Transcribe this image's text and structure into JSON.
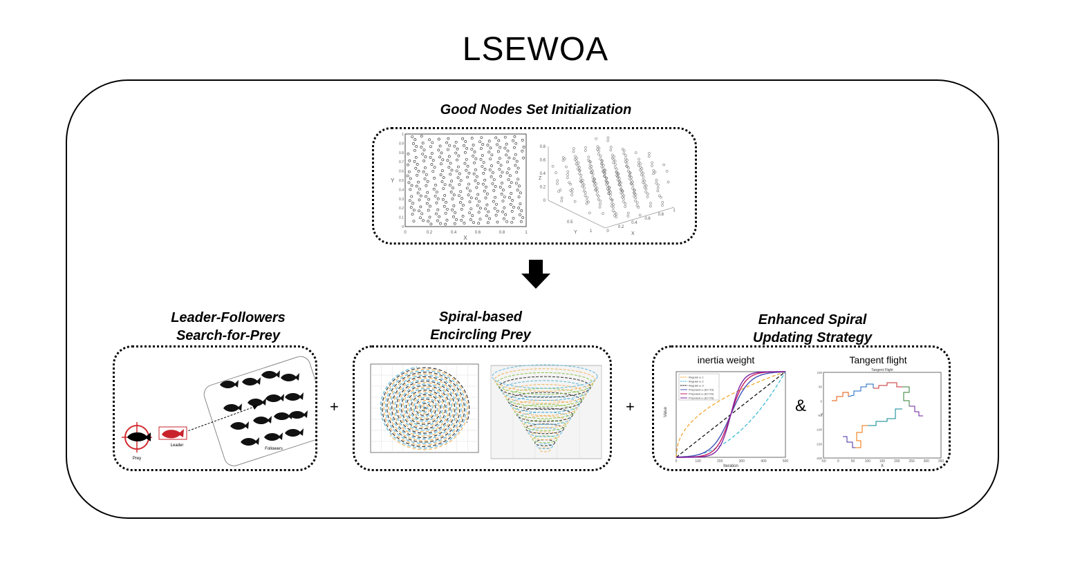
{
  "title": "LSEWOA",
  "top_section": {
    "heading": "Good Nodes Set Initialization",
    "plot2d": {
      "x_label": "X",
      "y_label": "Y",
      "x_ticks": [
        "0",
        "0.2",
        "0.4",
        "0.6",
        "0.8",
        "1"
      ],
      "y_ticks": [
        "0",
        "0.1",
        "0.2",
        "0.3",
        "0.4",
        "0.5",
        "0.6",
        "0.7",
        "0.8",
        "0.9",
        "1"
      ]
    },
    "plot3d": {
      "x_label": "X",
      "y_label": "Y",
      "z_label": "Z",
      "z_ticks": [
        "0",
        "0.2",
        "0.4",
        "0.6",
        "0.8"
      ],
      "x_ticks": [
        "0",
        "0.2",
        "0.4",
        "0.6",
        "0.8",
        "1"
      ],
      "y_ticks": [
        "0.5",
        "1"
      ]
    }
  },
  "arrow_icon": "down-arrow-icon",
  "strategies": {
    "leader": {
      "heading_line1": "Leader-Followers",
      "heading_line2": "Search-for-Prey",
      "labels": {
        "prey": "Prey",
        "leader": "Leader",
        "followers": "Followers"
      }
    },
    "spiral": {
      "heading_line1": "Spiral-based",
      "heading_line2": "Encircling Prey"
    },
    "enhanced": {
      "heading_line1": "Enhanced Spiral",
      "heading_line2": "Updating Strategy",
      "inertia": {
        "subtitle": "inertia weight",
        "x_label": "Iteration",
        "y_label": "Value",
        "x_ticks": [
          "0",
          "100",
          "200",
          "300",
          "400",
          "500"
        ],
        "legend": [
          "Regular ω 1",
          "Regular ω 2",
          "Regular ω 3",
          "Proposed ω (k1=15)",
          "Proposed ω (k1=20)",
          "Proposed ω (k1=25)"
        ]
      },
      "tangent": {
        "subtitle": "Tangent flight",
        "plot_title": "Tangent Flight",
        "x_label": "X",
        "y_label": "Y",
        "x_ticks": [
          "-50",
          "0",
          "50",
          "100",
          "150",
          "200",
          "250",
          "300",
          "350"
        ],
        "y_ticks": [
          "100",
          "50",
          "0",
          "-50",
          "-100",
          "-150",
          "-200"
        ]
      }
    }
  },
  "operators": {
    "plus1": "+",
    "plus2": "+",
    "ampersand": "&"
  },
  "colors": {
    "stroke": "#000000",
    "whale_red": "#c8232c",
    "target_red": "#d0282e",
    "proposed_purple": "#7b1fa2",
    "regular_orange": "#f0a01e",
    "regular_cyan": "#2bb6d6"
  }
}
